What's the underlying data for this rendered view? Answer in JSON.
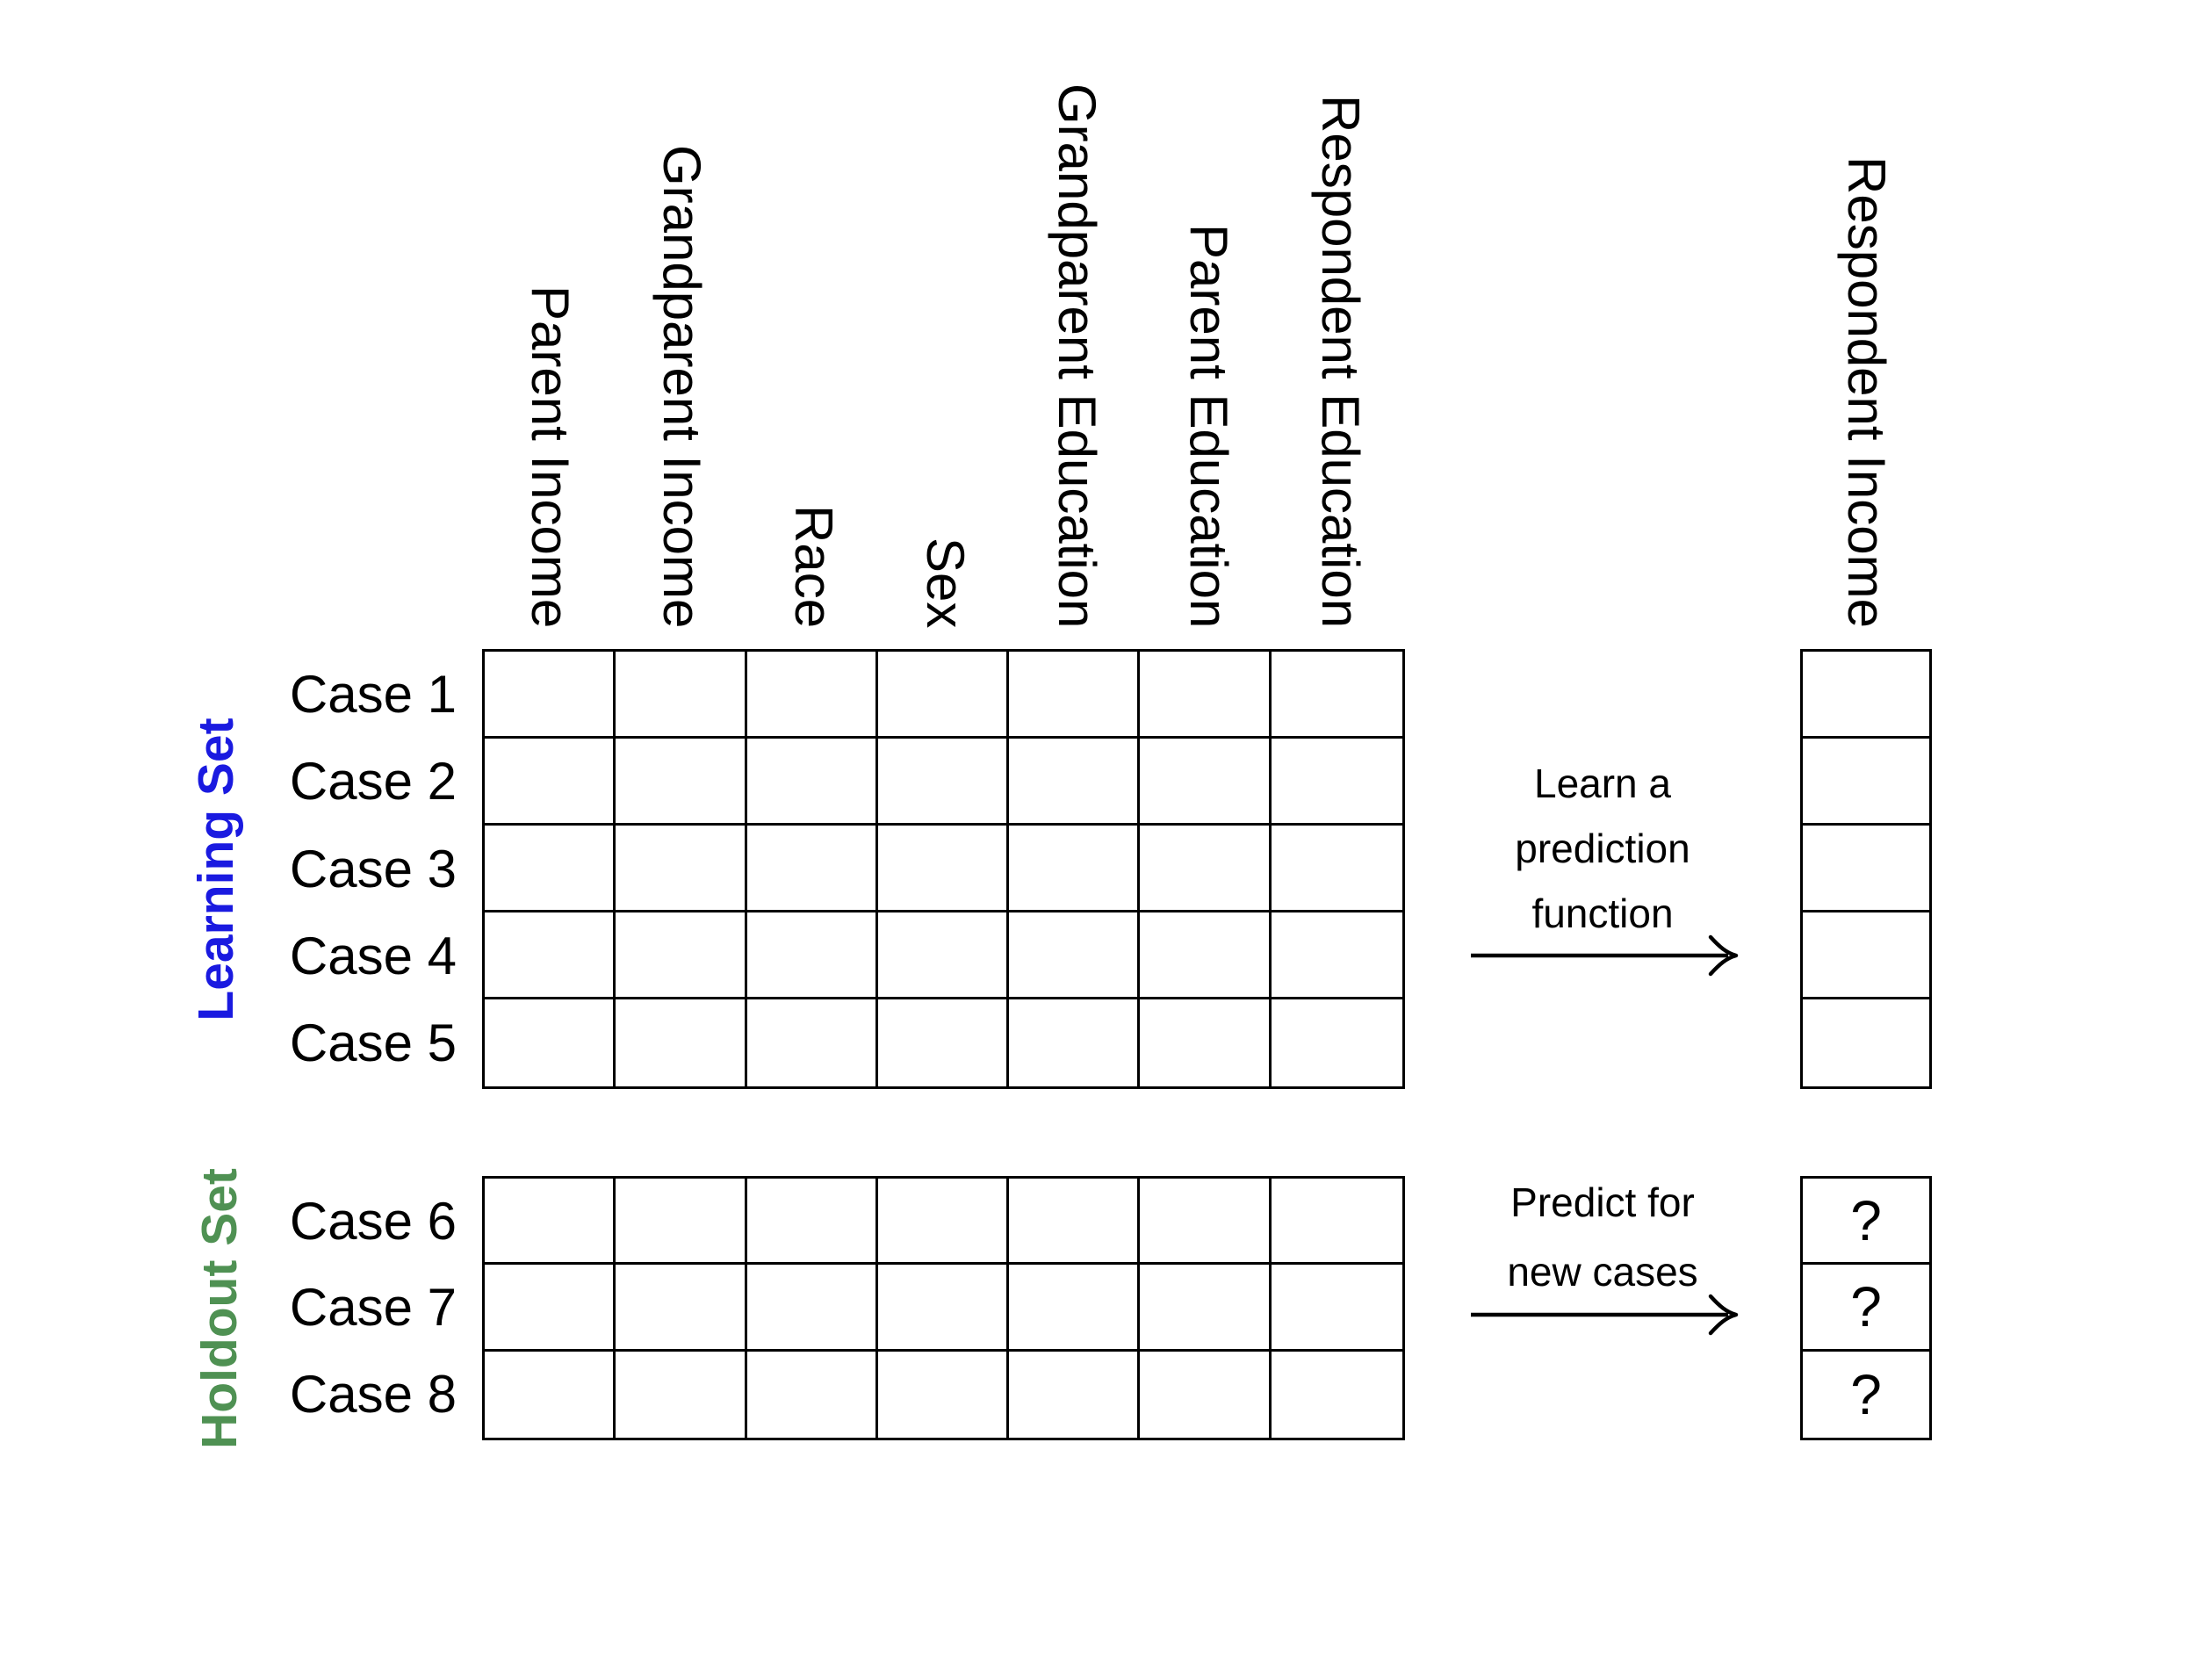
{
  "colors": {
    "learning_set_label": "#1a1ae0",
    "holdout_set_label": "#4f9153",
    "line": "#000000",
    "text": "#000000"
  },
  "feature_columns": [
    "Parent Income",
    "Grandparent Income",
    "Race",
    "Sex",
    "Grandparent Education",
    "Parent Education",
    "Respondent Education"
  ],
  "target_column": "Respondent Income",
  "learning_set": {
    "label": "Learning Set",
    "cases": [
      "Case 1",
      "Case 2",
      "Case 3",
      "Case 4",
      "Case 5"
    ]
  },
  "holdout_set": {
    "label": "Holdout Set",
    "cases": [
      "Case 6",
      "Case 7",
      "Case 8"
    ],
    "predictions": [
      "?",
      "?",
      "?"
    ]
  },
  "arrows": [
    {
      "label_lines": [
        "Learn a",
        "prediction",
        "function"
      ]
    },
    {
      "label_lines": [
        "Predict for",
        "new cases"
      ]
    }
  ]
}
